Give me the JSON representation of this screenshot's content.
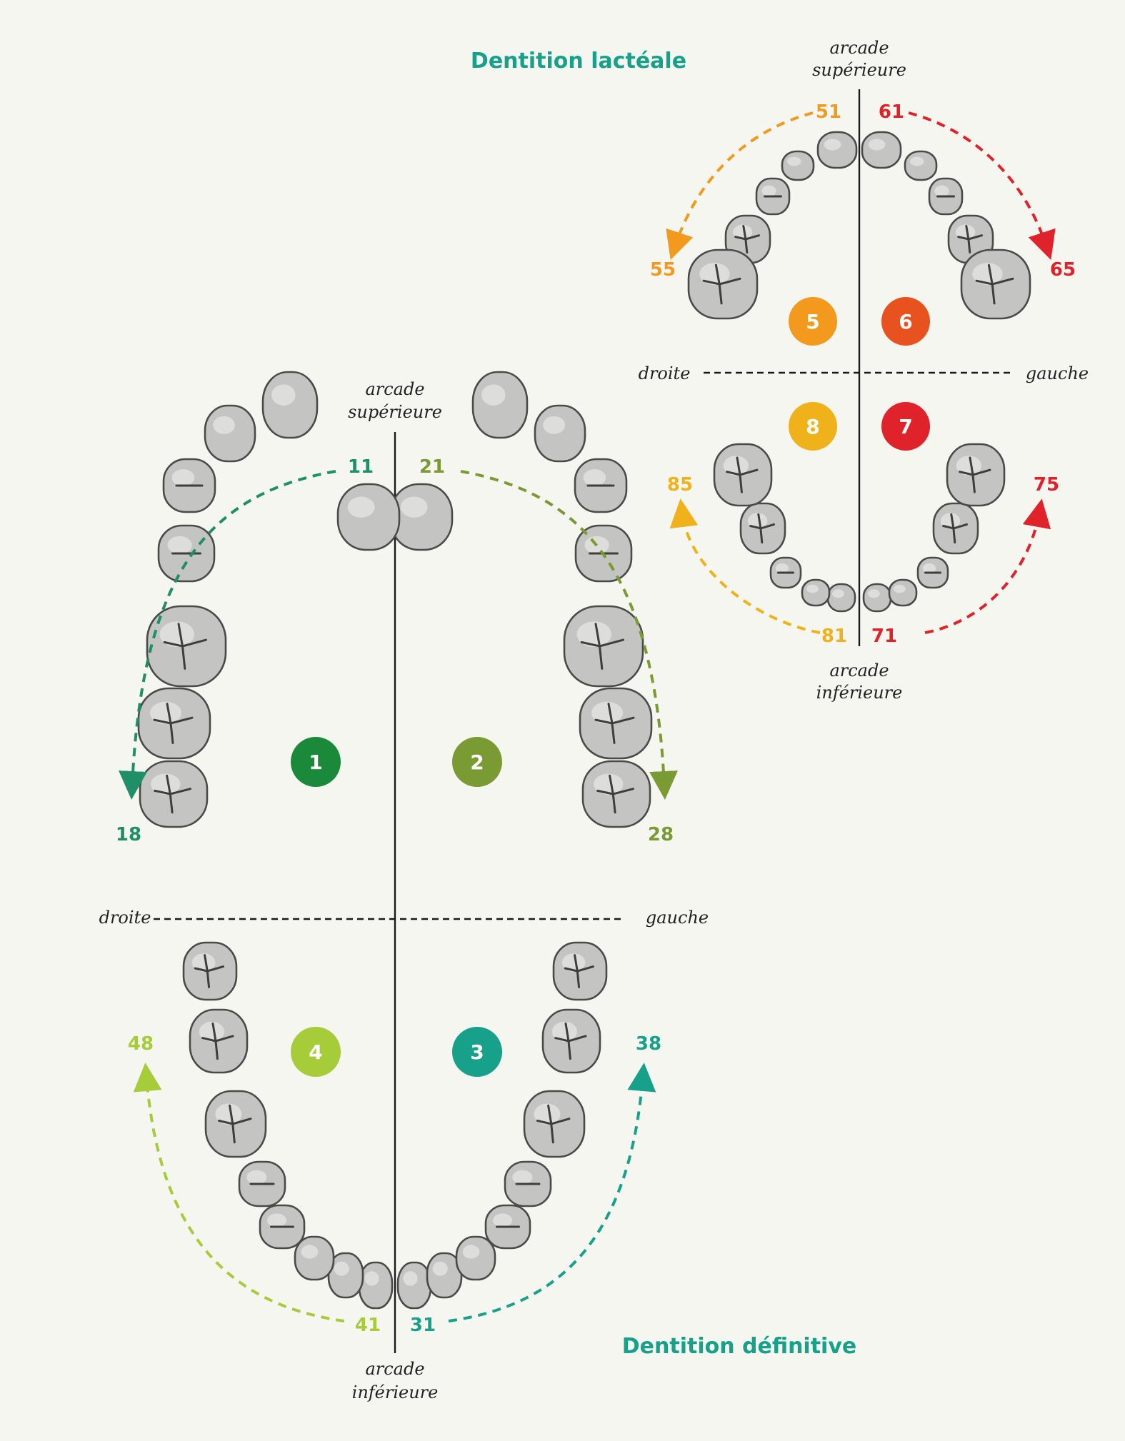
{
  "titles": {
    "primary": "Dentition lactéale",
    "permanent": "Dentition définitive"
  },
  "labels": {
    "upper_arch_line1": "arcade",
    "upper_arch_line2": "supérieure",
    "lower_arch_line1": "arcade",
    "lower_arch_line2": "inférieure",
    "right": "droite",
    "left": "gauche"
  },
  "permanent": {
    "quadrants": [
      {
        "number": "1",
        "color": "#1a8a3a"
      },
      {
        "number": "2",
        "color": "#7a9a33"
      },
      {
        "number": "3",
        "color": "#17a08a"
      },
      {
        "number": "4",
        "color": "#a6cc3a"
      }
    ],
    "tooth_numbers": {
      "upper_right_start": "11",
      "upper_right_end": "18",
      "upper_left_start": "21",
      "upper_left_end": "28",
      "lower_left_start": "31",
      "lower_left_end": "38",
      "lower_right_start": "41",
      "lower_right_end": "48"
    },
    "colors": {
      "q1": "#1f8f6a",
      "q2": "#7a9a33",
      "q3": "#17a08a",
      "q4": "#a6cc3a"
    }
  },
  "primary": {
    "quadrants": [
      {
        "number": "5",
        "color": "#f39a1e"
      },
      {
        "number": "6",
        "color": "#e8521e"
      },
      {
        "number": "7",
        "color": "#e0222a"
      },
      {
        "number": "8",
        "color": "#f0b21a"
      }
    ],
    "tooth_numbers": {
      "upper_right_start": "51",
      "upper_right_end": "55",
      "upper_left_start": "61",
      "upper_left_end": "65",
      "lower_left_start": "71",
      "lower_left_end": "75",
      "lower_right_start": "81",
      "lower_right_end": "85"
    },
    "colors": {
      "q5": "#f39a1e",
      "q6": "#e8521e",
      "q7": "#e0222a",
      "q8": "#f0b21a"
    }
  },
  "title_color": "#17a08a"
}
